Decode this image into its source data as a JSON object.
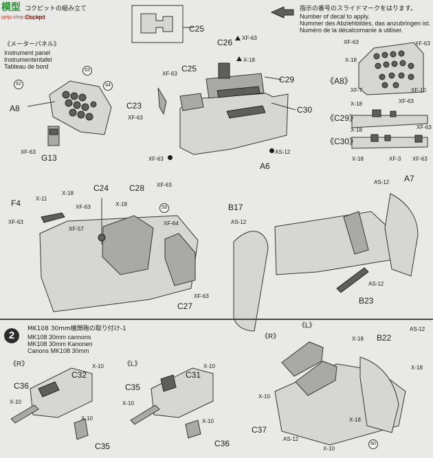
{
  "watermark": {
    "line1": "模型",
    "line2": "pptjp.shop.zdrg.com"
  },
  "step1": {
    "header_jp": "コクピットの組み立て",
    "header_en": "Cockpit",
    "decal_legend": {
      "jp": "指示の番号のスライドマークをはります。",
      "en": "Number of decal to apply.",
      "de": "Nummer des Abziehbildes, das anzubringen ist.",
      "fr": "Numéro de la décalcomanie à utiliser."
    },
    "panel_title_jp": "《メーターパネル》",
    "panel_title_en": "Instrument panel",
    "panel_title_de": "Instrumententafel",
    "panel_title_fr": "Tableau de bord",
    "parts": {
      "C25a": "C25",
      "C25b": "C25",
      "C26": "C26",
      "C29": "C29",
      "C23": "C23",
      "C30": "C30",
      "A6": "A6",
      "A8": "A8",
      "G13": "G13",
      "C24": "C24",
      "C28": "C28",
      "F4": "F4",
      "B17": "B17",
      "A7": "A7",
      "C27": "C27",
      "B23": "B23"
    },
    "colors": {
      "XF63": "XF-63",
      "X18": "X-18",
      "AS12": "AS-12",
      "XF7": "XF-7",
      "XF10": "XF-10",
      "XF3": "XF-3",
      "X11": "X-11",
      "XF57": "XF-57",
      "XF64": "XF-64"
    },
    "sub_labels": {
      "A8": "《A8》",
      "C29": "《C29》",
      "C30": "《C30》"
    },
    "decals": {
      "d62": "62",
      "d63": "63",
      "d64": "64",
      "d59": "59",
      "d60": "60"
    }
  },
  "step2": {
    "number": "2",
    "title_jp": "MK108 30mm機関砲の取り付け-1",
    "title_en": "MK108 30mm cannons",
    "title_de": "MK108 30mm Kanonen",
    "title_fr": "Canons MK108 30mm",
    "R": "《R》",
    "L": "《L》",
    "parts": {
      "C36": "C36",
      "C32": "C32",
      "C35": "C35",
      "C31": "C31",
      "C37": "C37",
      "B22": "B22"
    },
    "colors": {
      "X10": "X-10",
      "X18": "X-18",
      "AS12": "AS-12"
    }
  }
}
